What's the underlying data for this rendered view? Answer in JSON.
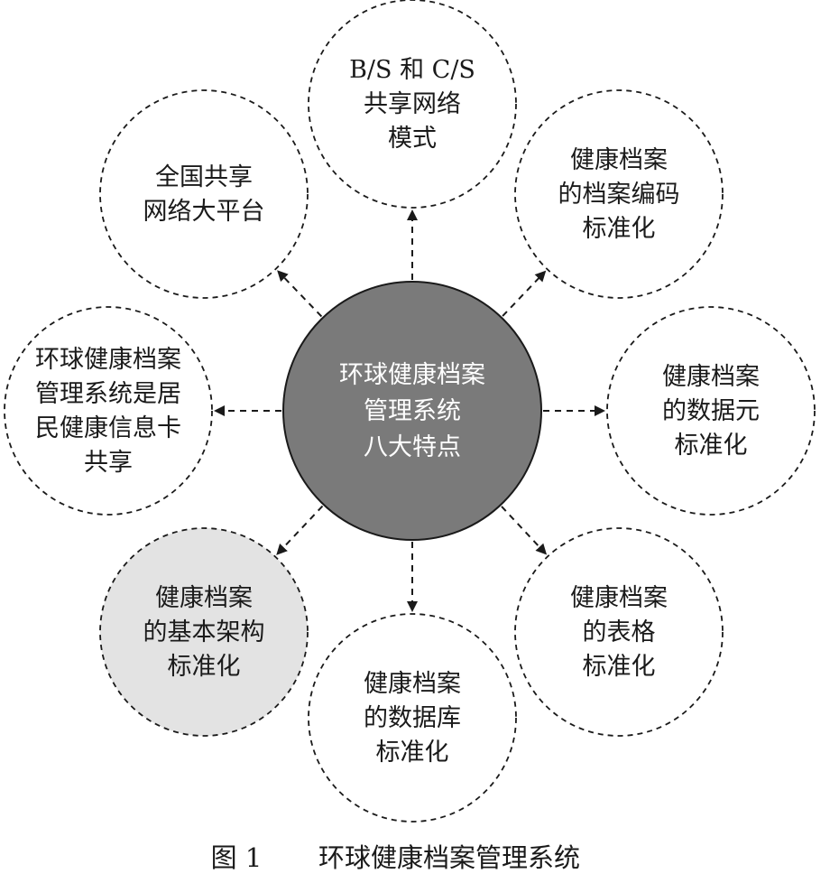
{
  "center": {
    "lines": [
      "环球健康档案",
      "管理系统",
      "八大特点"
    ],
    "fill": "#7a7a7a",
    "text_color": "#ffffff"
  },
  "nodes": [
    {
      "id": "top",
      "lines": [
        "B/S 和 C/S",
        "共享网络",
        "模式"
      ],
      "highlighted": false
    },
    {
      "id": "top-right",
      "lines": [
        "健康档案",
        "的档案编码",
        "标准化"
      ],
      "highlighted": false
    },
    {
      "id": "right",
      "lines": [
        "健康档案",
        "的数据元",
        "标准化"
      ],
      "highlighted": false
    },
    {
      "id": "bottom-right",
      "lines": [
        "健康档案",
        "的表格",
        "标准化"
      ],
      "highlighted": false
    },
    {
      "id": "bottom",
      "lines": [
        "健康档案",
        "的数据库",
        "标准化"
      ],
      "highlighted": false
    },
    {
      "id": "bottom-left",
      "lines": [
        "健康档案",
        "的基本架构",
        "标准化"
      ],
      "highlighted": true
    },
    {
      "id": "left",
      "lines": [
        "环球健康档案",
        "管理系统是居",
        "民健康信息卡",
        "共享"
      ],
      "highlighted": false
    },
    {
      "id": "top-left",
      "lines": [
        "全国共享",
        "网络大平台"
      ],
      "highlighted": false
    }
  ],
  "colors": {
    "highlight_fill": "#e3e3e3",
    "stroke": "#1a1a1a",
    "arrow": "#1a1a1a"
  },
  "caption": {
    "figure_label": "图 1",
    "title": "环球健康档案管理系统"
  }
}
